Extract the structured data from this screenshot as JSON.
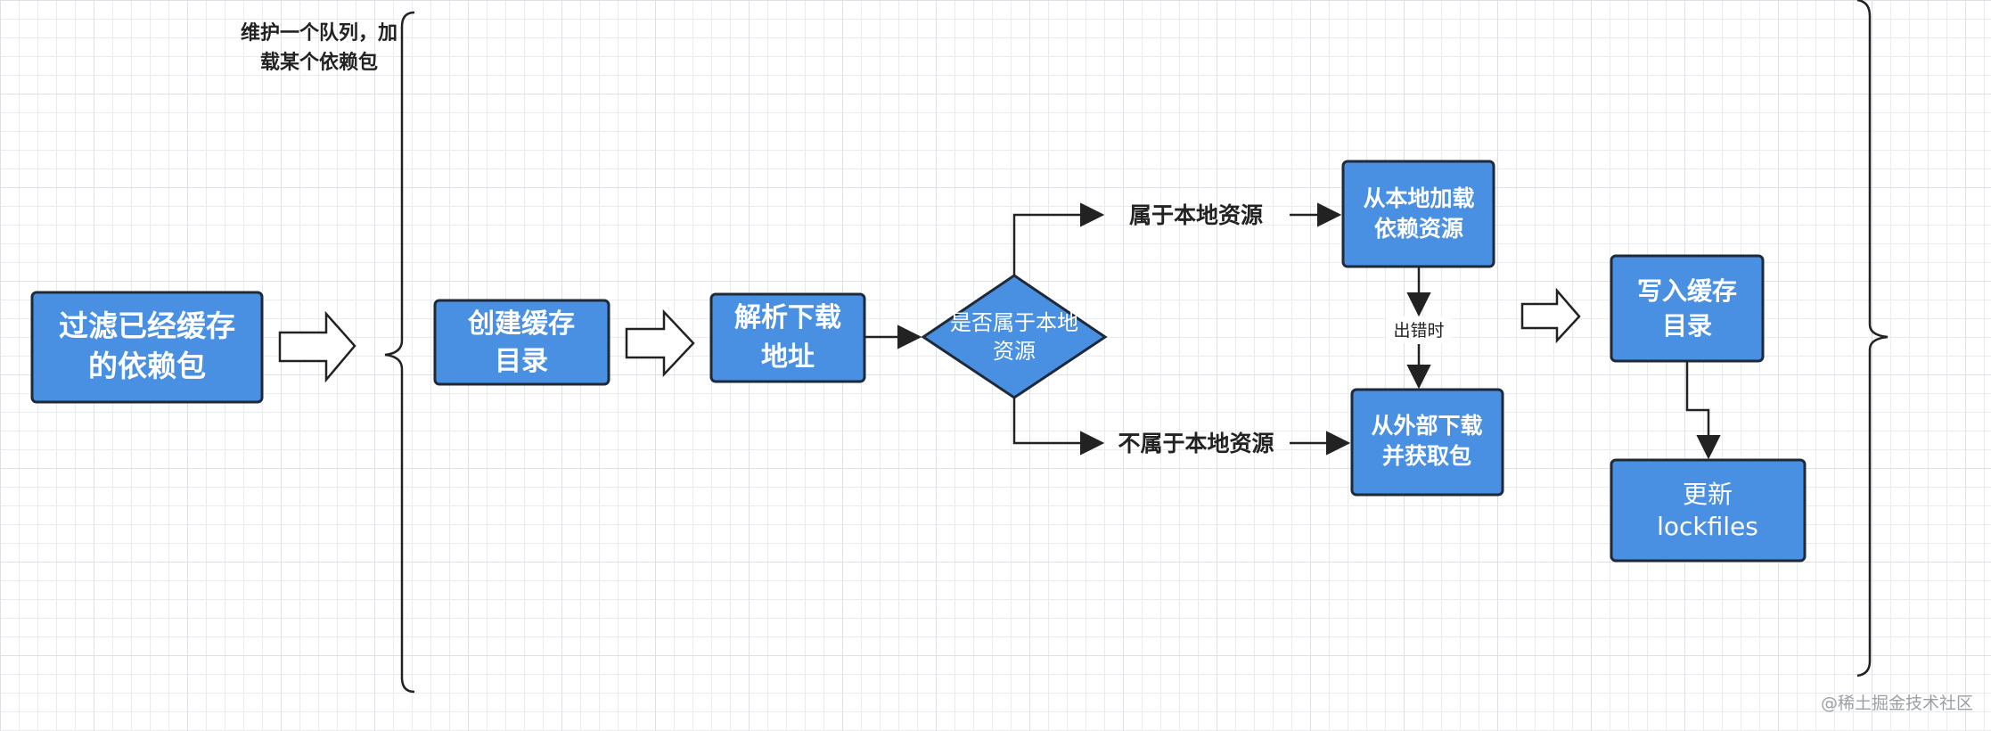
{
  "nodes": {
    "filter_cached": {
      "line1": "过滤已经缓存",
      "line2": "的依赖包"
    },
    "create_cache_dir": {
      "line1": "创建缓存",
      "line2": "目录"
    },
    "parse_url": {
      "line1": "解析下载",
      "line2": "地址"
    },
    "is_local": {
      "line1": "是否属于本地",
      "line2": "资源"
    },
    "load_local": {
      "line1": "从本地加载",
      "line2": "依赖资源"
    },
    "download_external": {
      "line1": "从外部下载",
      "line2": "并获取包"
    },
    "write_cache": {
      "line1": "写入缓存",
      "line2": "目录"
    },
    "update_lockfiles": {
      "line1": "更新",
      "line2": "lockfiles"
    }
  },
  "edge_labels": {
    "local": "属于本地资源",
    "not_local": "不属于本地资源",
    "on_error": "出错时"
  },
  "queue_note": {
    "line1": "维护一个队列，加",
    "line2": "载某个依赖包"
  },
  "watermark": "@稀土掘金技术社区",
  "colors": {
    "node_fill": "#4a90e2",
    "node_stroke": "#1e2a38",
    "line": "#222222",
    "grid": "#e9ecef"
  }
}
